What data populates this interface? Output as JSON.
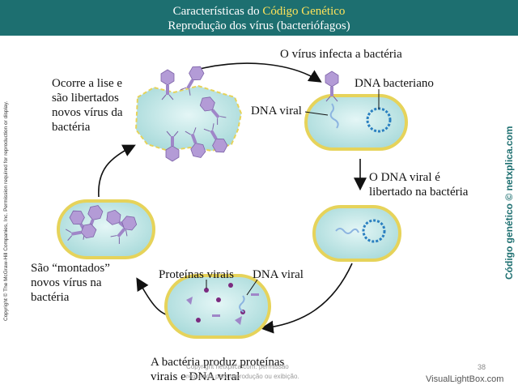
{
  "header": {
    "title_prefix": "Características do ",
    "title_highlight": "Código Genético",
    "subtitle": "Reprodução dos vírus (bacteriófagos)"
  },
  "labels": {
    "infect": "O vírus infecta a bactéria",
    "dna_bacterial": "DNA bacteriano",
    "dna_viral_top": "DNA viral",
    "released_1": "O DNA viral é",
    "released_2": "libertado na bactéria",
    "lysis_1": "Ocorre a lise e",
    "lysis_2": "são libertados",
    "lysis_3": "novos vírus da",
    "lysis_4": "bactéria",
    "assembled_1": "São “montados”",
    "assembled_2": "novos vírus na",
    "assembled_3": "bactéria",
    "proteins": "Proteínas virais",
    "dna_viral_bottom": "DNA viral",
    "produces_1": "A bactéria produz proteínas",
    "produces_2": "virais e DNA viral"
  },
  "side_copyright": "Copyright © The McGraw-Hill Companies, Inc. Permission required for reproduction or display.",
  "side_brand": "Código genético © netxplica.com",
  "footer": {
    "copy_1": "Copyright netxplica.com: permissão",
    "copy_2": "requerida para reprodução ou exibição.",
    "page": "38",
    "watermark": "VisualLightBox.com"
  },
  "colors": {
    "header_bg": "#1d6f70",
    "highlight": "#ffe35a",
    "cell_fill": "#bfe6e6",
    "cell_rim": "#e6d35a",
    "virus": "#b39bd6",
    "dna_bacterial": "#2a7fc0",
    "dna_viral": "#8cb4e0"
  }
}
